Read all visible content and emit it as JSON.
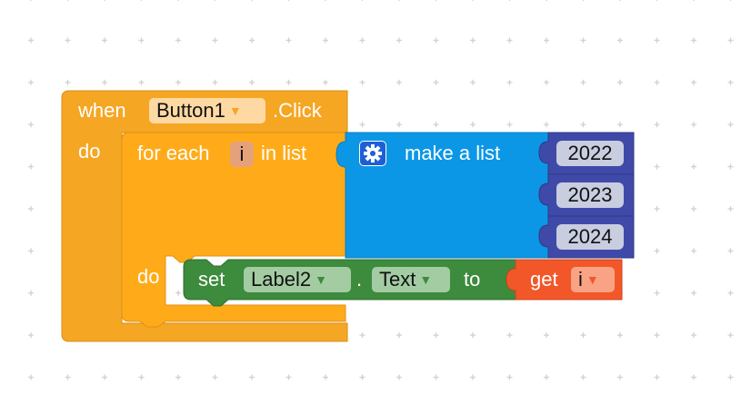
{
  "event_block": {
    "when_label": "when",
    "component": "Button1",
    "event": ".Click",
    "do_label": "do"
  },
  "for_each_block": {
    "label": "for each",
    "variable": "i",
    "in_list_label": "in list",
    "do_label": "do"
  },
  "make_list_block": {
    "label": "make a list",
    "items": [
      "2022",
      "2023",
      "2024"
    ]
  },
  "set_block": {
    "set_label": "set",
    "component": "Label2",
    "dot": ".",
    "property": "Text",
    "to_label": "to"
  },
  "get_block": {
    "get_label": "get",
    "variable": "i"
  },
  "dropdown_arrow": "▼",
  "colors": {
    "event_orange": "#f5a623",
    "for_each_yellow": "#ffab19",
    "list_blue": "#0c97e6",
    "number_navy": "#3f4aa8",
    "setter_green": "#3d8b3d",
    "getter_red": "#f2572a"
  },
  "icons": {
    "mutator": "gear-icon"
  }
}
